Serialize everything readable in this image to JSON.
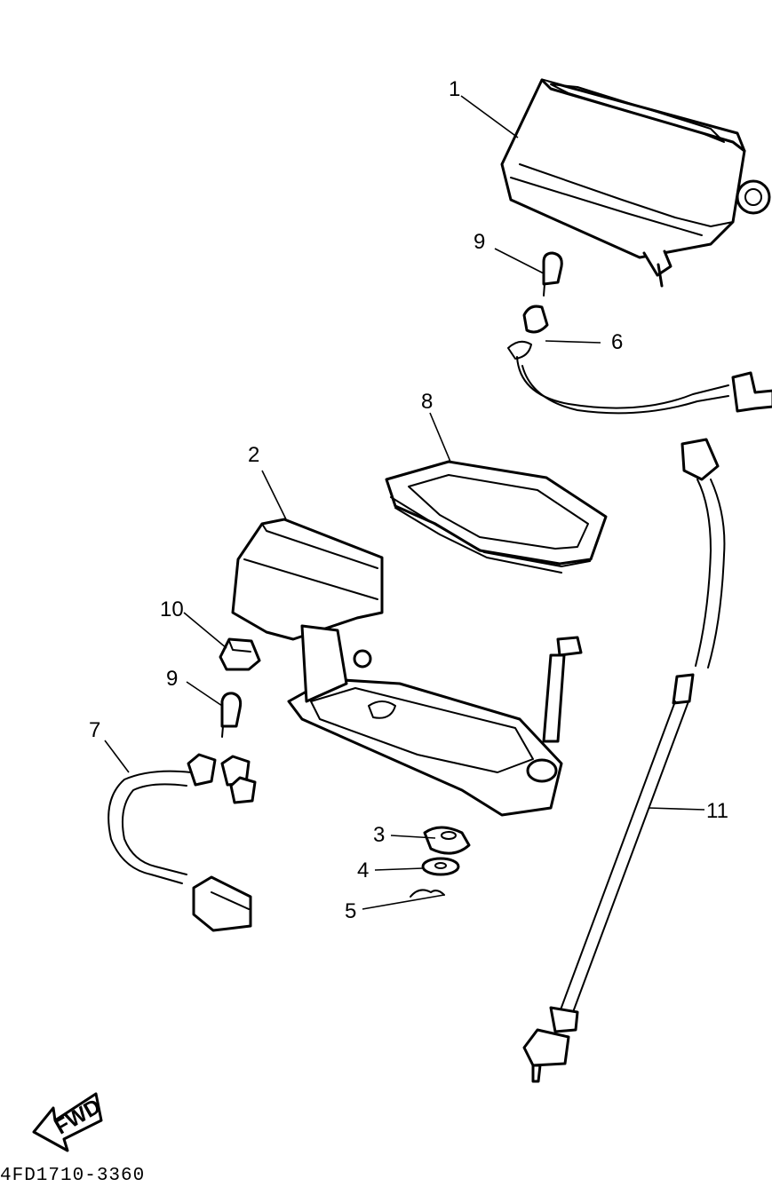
{
  "diagram": {
    "callouts": [
      {
        "id": "callout-1",
        "label": "1"
      },
      {
        "id": "callout-2",
        "label": "2"
      },
      {
        "id": "callout-3",
        "label": "3"
      },
      {
        "id": "callout-4",
        "label": "4"
      },
      {
        "id": "callout-5",
        "label": "5"
      },
      {
        "id": "callout-6",
        "label": "6"
      },
      {
        "id": "callout-7",
        "label": "7"
      },
      {
        "id": "callout-8",
        "label": "8"
      },
      {
        "id": "callout-9a",
        "label": "9"
      },
      {
        "id": "callout-9b",
        "label": "9"
      },
      {
        "id": "callout-10",
        "label": "10"
      },
      {
        "id": "callout-11",
        "label": "11"
      }
    ],
    "fwd_label": "FWD",
    "drawing_code": "4FD1710-3360"
  }
}
